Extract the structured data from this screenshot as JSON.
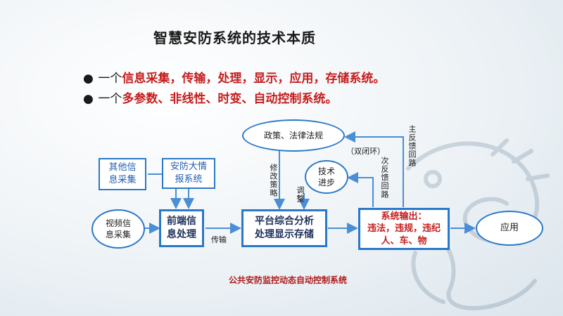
{
  "slide": {
    "title": "智慧安防系统的技术本质",
    "bullets": [
      {
        "prefix": "一个",
        "highlight": "信息采集，传输，处理，显示，应用，存储系统。"
      },
      {
        "prefix": "一个",
        "highlight": "多参数、非线性、时变、自动控制系统。"
      }
    ]
  },
  "diagram": {
    "other_collect": "其他信\n息采集",
    "security_intel": "安防大情\n报系统",
    "video_collect": "视频信\n息采集",
    "frontend": "前端信\n息处理",
    "platform": "平台综合分析\n处理显示存储",
    "system_output_title": "系统输出：",
    "system_output_body": "违法，违规，违纪\n人、车、物",
    "application": "应用",
    "policy": "政策、法律法规",
    "tech": "技术\n进步",
    "label_transmit": "传输",
    "label_modify": "修改策略",
    "label_adjust": "调整",
    "label_main_feedback": "主反馈回路",
    "label_sub_feedback": "次反馈回路",
    "label_double_loop": "（双闭环）",
    "caption": "公共安防监控动态自动控制系统"
  }
}
